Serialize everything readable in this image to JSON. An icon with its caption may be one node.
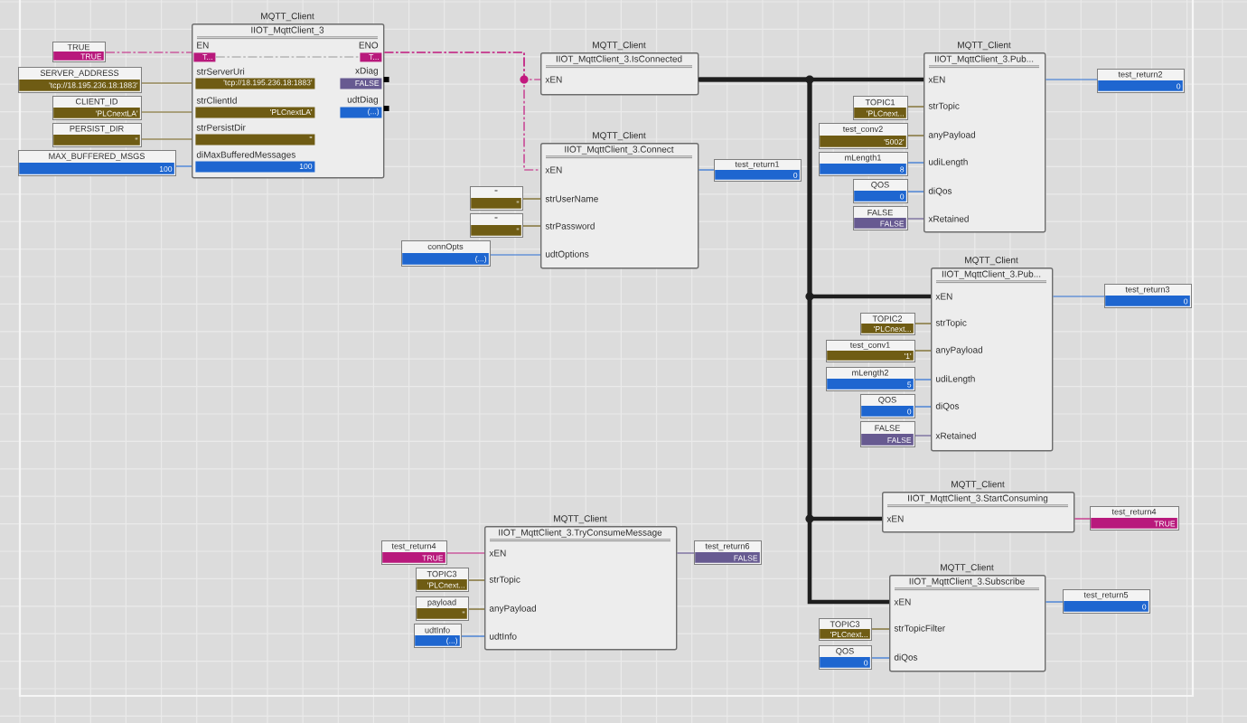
{
  "diagram": {
    "nodes": [
      {
        "text": [
          "TRUE",
          "TRUE"
        ]
      },
      {
        "text": [
          "SERVER_ADDRESS",
          "'tcp://18.195.236.18:1883'"
        ]
      },
      {
        "text": [
          "CLIENT_ID",
          "'PLCnextLA'"
        ]
      },
      {
        "text": [
          "PERSIST_DIR",
          "''"
        ]
      },
      {
        "text": [
          "MAX_BUFFERED_MSGS",
          "100"
        ]
      },
      {
        "text": [
          "MQTT_Client",
          "IIOT_MqttClient_3",
          "EN",
          "ENO",
          "strServerUri",
          "xDiag",
          "strClientId",
          "udtDiag",
          "strPersistDir",
          "diMaxBufferedMessages"
        ]
      },
      {
        "text": [
          "T..."
        ],
        "in": 5
      },
      {
        "text": [
          "T..."
        ],
        "in": 5
      },
      {
        "text": [
          "'tcp://18.195.236.18:1883'"
        ],
        "in": 5
      },
      {
        "text": [
          "FALSE"
        ],
        "in": 5
      },
      {
        "text": [
          "'PLCnextLA'"
        ],
        "in": 5
      },
      {
        "text": [
          "(...)"
        ],
        "in": 5
      },
      {
        "text": [
          "''"
        ],
        "in": 5
      },
      {
        "text": [
          "100"
        ],
        "in": 5
      },
      {
        "text": [
          "MQTT_Client",
          "IIOT_MqttClient_3.IsConnected",
          "xEN"
        ]
      },
      {
        "text": [
          "MQTT_Client",
          "IIOT_MqttClient_3.Connect",
          "xEN",
          "strUserName",
          "strPassword",
          "udtOptions"
        ]
      },
      {
        "text": [
          "test_return1",
          "0"
        ]
      },
      {
        "text": [
          "''",
          "''"
        ]
      },
      {
        "text": [
          "''",
          "''"
        ]
      },
      {
        "text": [
          "connOpts",
          "(...)"
        ]
      },
      {
        "text": [
          "MQTT_Client",
          "IIOT_MqttClient_3.Pub...",
          "xEN",
          "strTopic",
          "anyPayload",
          "udiLength",
          "diQos",
          "xRetained"
        ]
      },
      {
        "text": [
          "test_return2",
          "0"
        ]
      },
      {
        "text": [
          "TOPIC1",
          "'PLCnext..."
        ]
      },
      {
        "text": [
          "test_conv2",
          "'5002'"
        ]
      },
      {
        "text": [
          "mLength1",
          "8"
        ]
      },
      {
        "text": [
          "QOS",
          "0"
        ]
      },
      {
        "text": [
          "FALSE",
          "FALSE"
        ]
      },
      {
        "text": [
          "MQTT_Client",
          "IIOT_MqttClient_3.Pub...",
          "xEN",
          "strTopic",
          "anyPayload",
          "udiLength",
          "diQos",
          "xRetained"
        ]
      },
      {
        "text": [
          "test_return3",
          "0"
        ]
      },
      {
        "text": [
          "TOPIC2",
          "'PLCnext..."
        ]
      },
      {
        "text": [
          "test_conv1",
          "'1'"
        ]
      },
      {
        "text": [
          "mLength2",
          "5"
        ]
      },
      {
        "text": [
          "QOS",
          "0"
        ]
      },
      {
        "text": [
          "FALSE",
          "FALSE"
        ]
      },
      {
        "text": [
          "MQTT_Client",
          "IIOT_MqttClient_3.StartConsuming",
          "xEN"
        ]
      },
      {
        "text": [
          "test_return4",
          "TRUE"
        ]
      },
      {
        "text": [
          "MQTT_Client",
          "IIOT_MqttClient_3.TryConsumeMessage",
          "xEN",
          "strTopic",
          "anyPayload",
          "udtInfo"
        ]
      },
      {
        "text": [
          "test_return4",
          "TRUE"
        ]
      },
      {
        "text": [
          "TOPIC3",
          "'PLCnext..."
        ]
      },
      {
        "text": [
          "payload",
          "''"
        ]
      },
      {
        "text": [
          "udtInfo",
          "(...)"
        ]
      },
      {
        "text": [
          "test_return6",
          "FALSE"
        ]
      },
      {
        "text": [
          "MQTT_Client",
          "IIOT_MqttClient_3.Subscribe",
          "xEN",
          "strTopicFilter",
          "diQos"
        ]
      },
      {
        "text": [
          "test_return5",
          "0"
        ]
      },
      {
        "text": [
          "TOPIC3",
          "'PLCnext..."
        ]
      },
      {
        "text": [
          "QOS",
          "0"
        ]
      }
    ],
    "edges": [
      {
        "from": 0,
        "to": 5,
        "arrow": "none",
        "style": "dashed",
        "color": "#c2187e"
      },
      {
        "from": 1,
        "to": 5,
        "arrow": "none",
        "color": "#6e5b12"
      },
      {
        "from": 2,
        "to": 5,
        "arrow": "none",
        "color": "#6e5b12"
      },
      {
        "from": 3,
        "to": 5,
        "arrow": "none",
        "color": "#6e5b12"
      },
      {
        "from": 4,
        "to": 5,
        "arrow": "none",
        "color": "#2a6fd4"
      },
      {
        "from": 5,
        "to": 14,
        "arrow": "none",
        "style": "dashed",
        "color": "#c2187e"
      },
      {
        "from": 5,
        "to": 15,
        "arrow": "none",
        "style": "dashed",
        "color": "#c2187e"
      },
      {
        "from": 15,
        "to": 16,
        "arrow": "none",
        "color": "#2a6fd4"
      },
      {
        "from": 17,
        "to": 15,
        "arrow": "none",
        "color": "#6e5b12"
      },
      {
        "from": 18,
        "to": 15,
        "arrow": "none",
        "color": "#6e5b12"
      },
      {
        "from": 19,
        "to": 15,
        "arrow": "none",
        "color": "#2a6fd4"
      },
      {
        "from": 14,
        "to": 20,
        "arrow": "none",
        "style": "thick",
        "color": "#1e1e1e"
      },
      {
        "from": 14,
        "to": 27,
        "arrow": "none",
        "style": "thick",
        "color": "#1e1e1e"
      },
      {
        "from": 14,
        "to": 34,
        "arrow": "none",
        "style": "thick",
        "color": "#1e1e1e"
      },
      {
        "from": 14,
        "to": 42,
        "arrow": "none",
        "style": "thick",
        "color": "#1e1e1e"
      },
      {
        "from": 20,
        "to": 21,
        "arrow": "none",
        "color": "#2a6fd4"
      },
      {
        "from": 22,
        "to": 20,
        "arrow": "none",
        "color": "#6e5b12"
      },
      {
        "from": 23,
        "to": 20,
        "arrow": "none",
        "color": "#6e5b12"
      },
      {
        "from": 24,
        "to": 20,
        "arrow": "none",
        "color": "#2a6fd4"
      },
      {
        "from": 25,
        "to": 20,
        "arrow": "none",
        "color": "#2a6fd4"
      },
      {
        "from": 26,
        "to": 20,
        "arrow": "none",
        "color": "#6a5c95"
      },
      {
        "from": 27,
        "to": 28,
        "arrow": "none",
        "color": "#2a6fd4"
      },
      {
        "from": 29,
        "to": 27,
        "arrow": "none",
        "color": "#6e5b12"
      },
      {
        "from": 30,
        "to": 27,
        "arrow": "none",
        "color": "#6e5b12"
      },
      {
        "from": 31,
        "to": 27,
        "arrow": "none",
        "color": "#2a6fd4"
      },
      {
        "from": 32,
        "to": 27,
        "arrow": "none",
        "color": "#2a6fd4"
      },
      {
        "from": 33,
        "to": 27,
        "arrow": "none",
        "color": "#6a5c95"
      },
      {
        "from": 34,
        "to": 35,
        "arrow": "none",
        "color": "#c2187e"
      },
      {
        "from": 37,
        "to": 36,
        "arrow": "none",
        "color": "#c2187e"
      },
      {
        "from": 38,
        "to": 36,
        "arrow": "none",
        "color": "#6e5b12"
      },
      {
        "from": 39,
        "to": 36,
        "arrow": "none",
        "color": "#6e5b12"
      },
      {
        "from": 40,
        "to": 36,
        "arrow": "none",
        "color": "#2a6fd4"
      },
      {
        "from": 36,
        "to": 41,
        "arrow": "none",
        "color": "#6a5c95"
      },
      {
        "from": 42,
        "to": 43,
        "arrow": "none",
        "color": "#2a6fd4"
      },
      {
        "from": 44,
        "to": 42,
        "arrow": "none",
        "color": "#6e5b12"
      },
      {
        "from": 45,
        "to": 42,
        "arrow": "none",
        "color": "#2a6fd4"
      },
      {
        "from": 6,
        "to": 7,
        "arrow": "none",
        "style": "dashed",
        "color": "#9a9a9a"
      }
    ]
  }
}
